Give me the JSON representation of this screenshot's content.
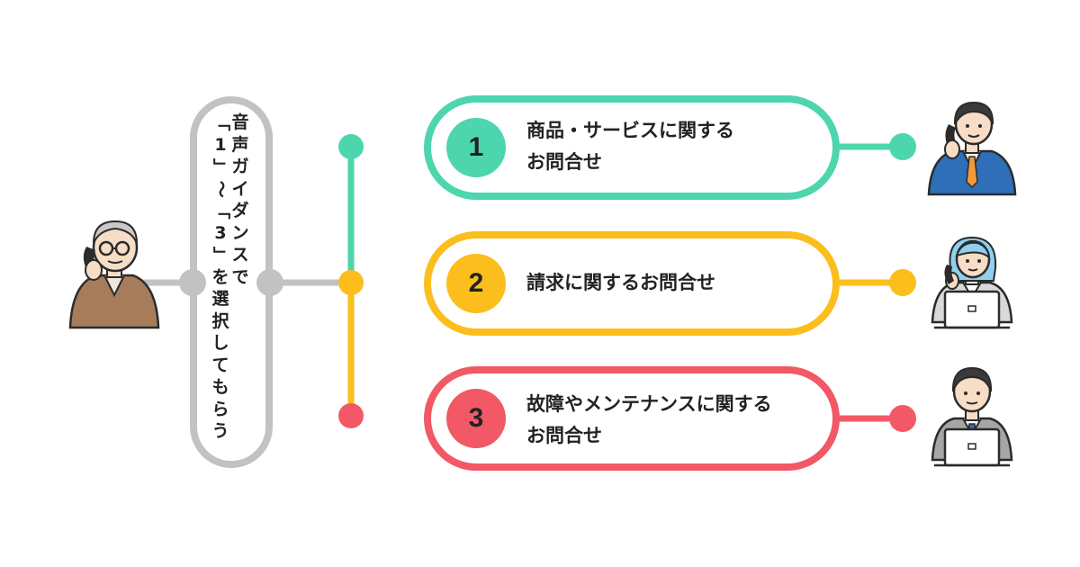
{
  "guide_text": "音声ガイダンスで「1」～「3」を選択してもらう",
  "guide_columns": [
    [
      "音",
      "声",
      "ガ",
      "イ",
      "ダ",
      "ン",
      "ス",
      "で"
    ],
    [
      "「",
      "1",
      "」",
      "～",
      "「",
      "3",
      "」",
      "を",
      "選",
      "択",
      "し",
      "て",
      "も",
      "ら",
      "う"
    ]
  ],
  "options": [
    {
      "number": "1",
      "lines": [
        "商品・サービスに関する",
        "お問合せ"
      ],
      "color": "#4dd6ad"
    },
    {
      "number": "2",
      "lines": [
        "請求に関するお問合せ"
      ],
      "color": "#fbbe1d"
    },
    {
      "number": "3",
      "lines": [
        "故障やメンテナンスに関する",
        "お問合せ"
      ],
      "color": "#f25866"
    }
  ],
  "connector_color": "#c2c2c2",
  "icons": [
    "elderly-caller-icon",
    "operator-phone-icon",
    "operator-headset-laptop-icon",
    "technician-laptop-icon"
  ]
}
